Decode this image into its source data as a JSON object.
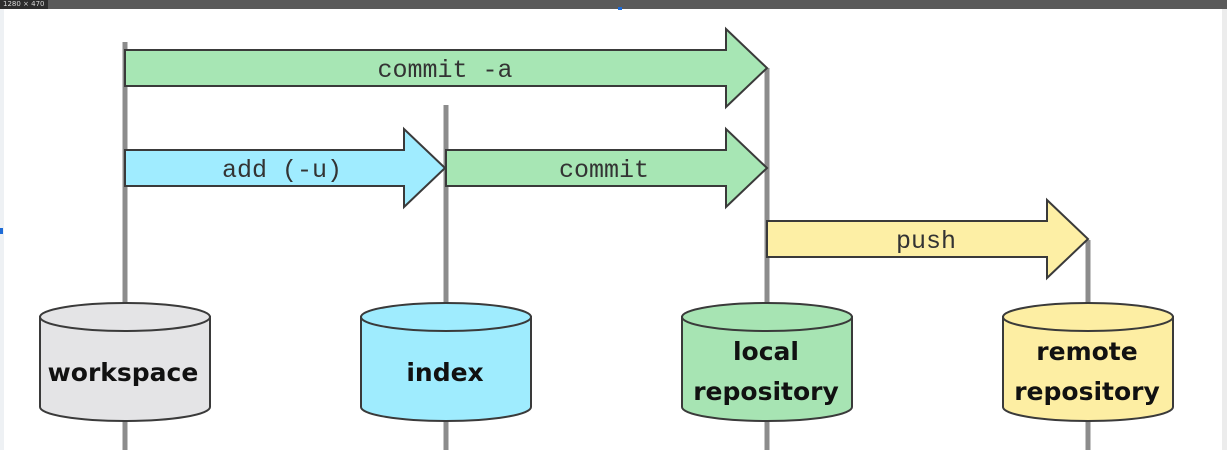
{
  "window": {
    "title_label": "1280 × 470"
  },
  "arrows": {
    "commit_all": {
      "label": "commit -a",
      "color": "#a7e6b4"
    },
    "add": {
      "label": "add (-u)",
      "color": "#a0ecff"
    },
    "commit": {
      "label": "commit",
      "color": "#a7e6b4"
    },
    "push": {
      "label": "push",
      "color": "#fdefa5"
    }
  },
  "stores": {
    "workspace": {
      "label": "workspace",
      "color": "#e4e4e6"
    },
    "index": {
      "label": "index",
      "color": "#9fecfe"
    },
    "local_repository": {
      "label_line1": "local",
      "label_line2": "repository",
      "color": "#a7e4b3"
    },
    "remote_repository": {
      "label_line1": "remote",
      "label_line2": "repository",
      "color": "#fdeea3"
    }
  }
}
